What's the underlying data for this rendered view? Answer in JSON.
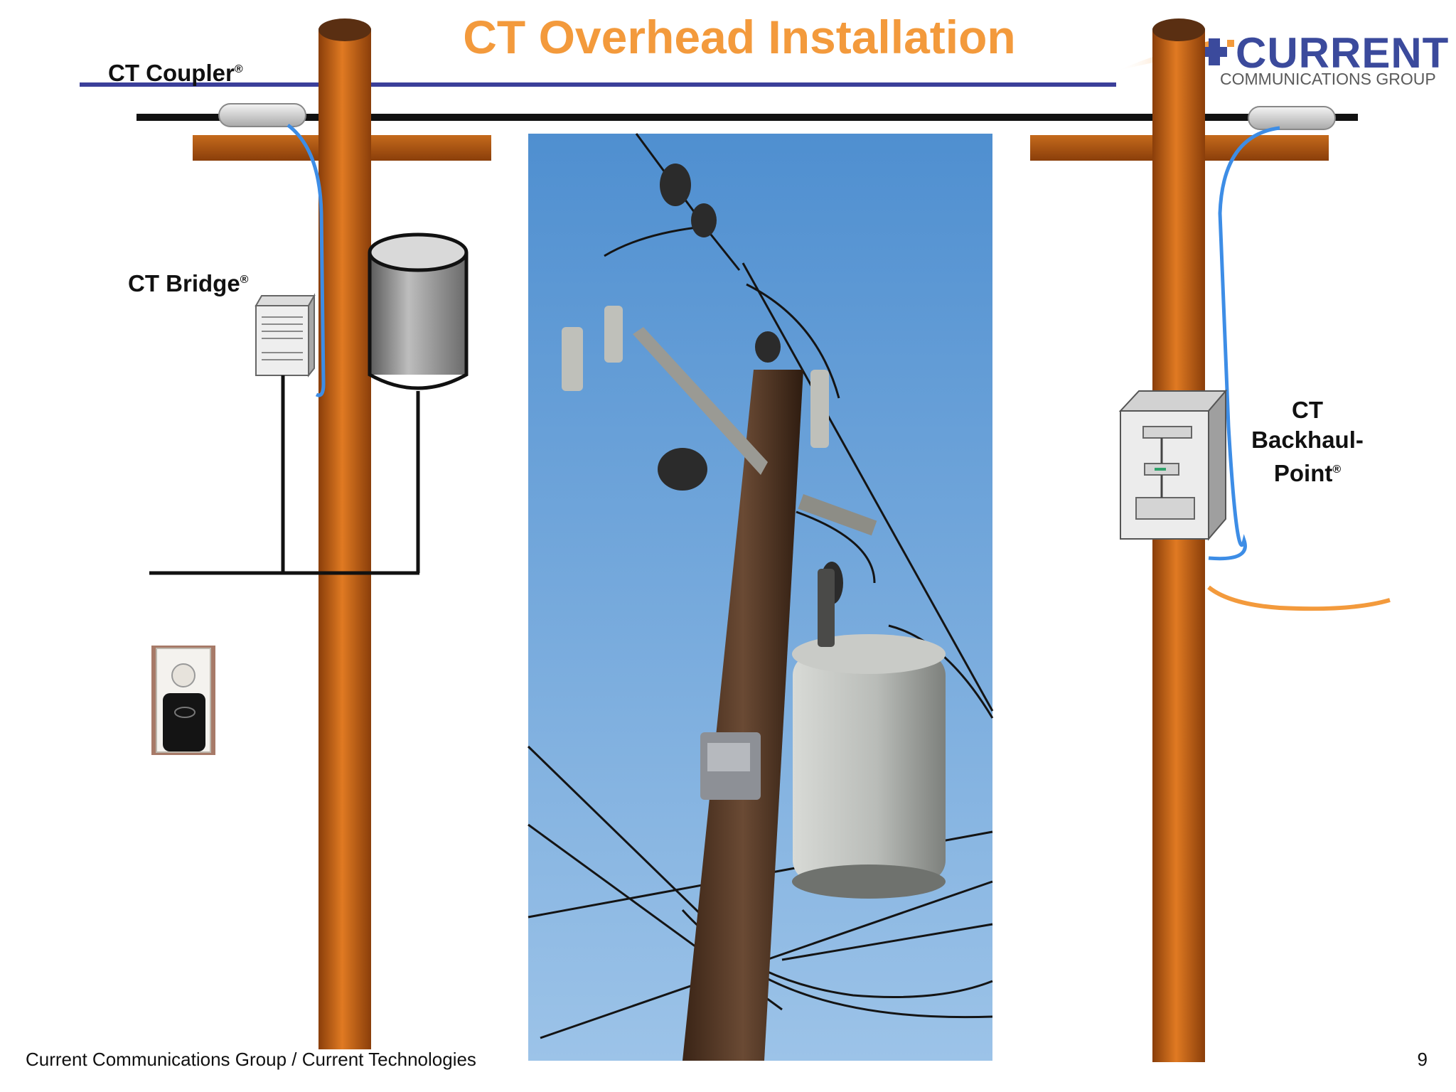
{
  "slide": {
    "title": "CT Overhead Installation",
    "page_number": "9",
    "footer": "Current Communications Group / Current Technologies"
  },
  "logo": {
    "word": "CURRENT",
    "subtitle": "COMMUNICATIONS GROUP"
  },
  "labels": {
    "coupler": "CT Coupler",
    "bridge": "CT Bridge",
    "backhaul_line1": "CT",
    "backhaul_line2": "Backhaul-",
    "backhaul_line3": "Point",
    "registered": "®"
  },
  "colors": {
    "title": "#f39a3c",
    "pole": "#c86a1a",
    "crossarm": "#b45f1a",
    "fiber_cable": "#3d8de6",
    "backhaul_cable": "#f39a3c",
    "power_line": "#111111",
    "divider": "#3b3f9a",
    "sky": "#5e9ad0"
  }
}
